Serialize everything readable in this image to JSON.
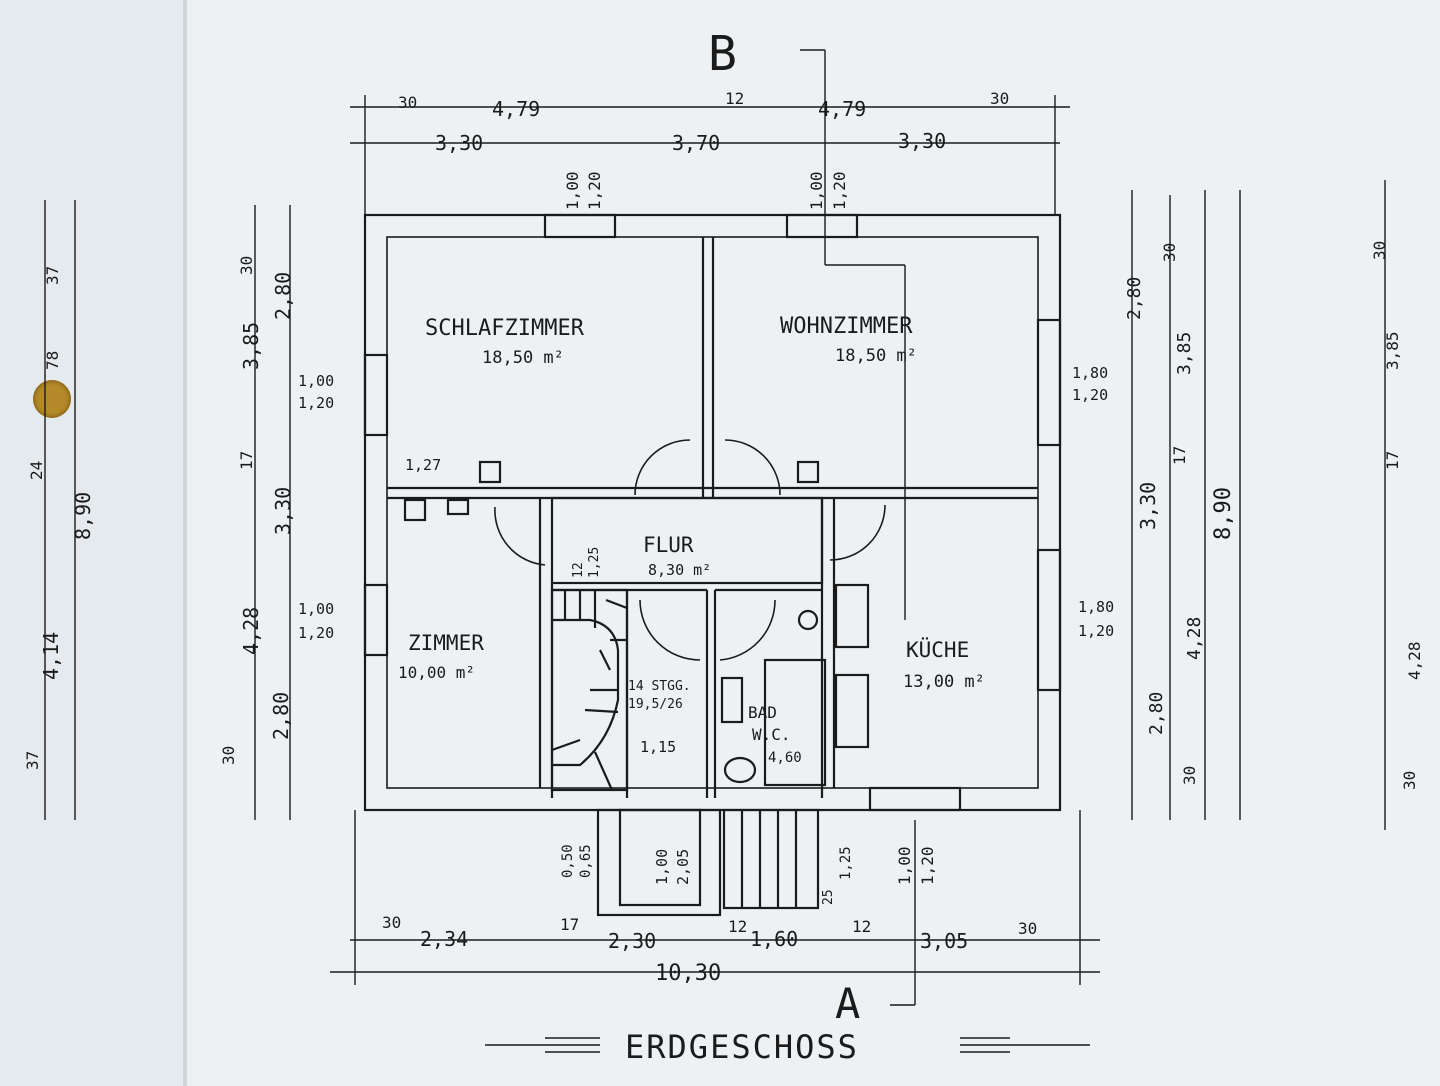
{
  "title": "ERDGESCHOSS",
  "section_marks": {
    "top": "B",
    "bottom": "A"
  },
  "rooms": {
    "schlafzimmer": {
      "name": "SCHLAFZIMMER",
      "area": "18,50 m²"
    },
    "wohnzimmer": {
      "name": "WOHNZIMMER",
      "area": "18,50 m²"
    },
    "flur": {
      "name": "FLUR",
      "area": "8,30 m²"
    },
    "zimmer": {
      "name": "ZIMMER",
      "area": "10,00 m²"
    },
    "kueche": {
      "name": "KÜCHE",
      "area": "13,00 m²"
    },
    "bad": {
      "name": "BAD",
      "sub": "W.C.",
      "area": "4,60"
    }
  },
  "stair": {
    "steps": "14 STGG.",
    "ratio": "19,5/26"
  },
  "dims_top_row1": [
    "30",
    "4,79",
    "12",
    "4,79",
    "30"
  ],
  "dims_top_row2": [
    "3,30",
    "3,70",
    "3,30"
  ],
  "dims_bottom_row1": [
    "30",
    "2,34",
    "17",
    "2,30",
    "12",
    "1,60",
    "12",
    "3,05",
    "30"
  ],
  "dims_bottom_total": "10,30",
  "dims_left_outer": [
    "37",
    "78",
    "24",
    "8,90",
    "4,14",
    "37"
  ],
  "dims_left_inner": [
    "30",
    "2,80",
    "3,85",
    "17",
    "3,30",
    "4,28",
    "2,80",
    "30"
  ],
  "dims_right_inner": [
    "2,80",
    "30",
    "3,85",
    "17",
    "3,30",
    "8,90",
    "4,28",
    "2,80",
    "30"
  ],
  "dims_far_right": [
    "30",
    "3,85",
    "17",
    "4,28",
    "30"
  ],
  "window_labels": {
    "top_left": [
      "1,00",
      "1,20"
    ],
    "top_right": [
      "1,00",
      "1,20"
    ],
    "left_upper": [
      "1,00",
      "1,20"
    ],
    "left_lower": [
      "1,00",
      "1,20"
    ],
    "right_upper": [
      "1,80",
      "1,20"
    ],
    "right_lower": [
      "1,80",
      "1,20"
    ],
    "bottom_right": [
      "1,00",
      "1,20"
    ]
  },
  "misc_labels": {
    "wall_127": "1,27",
    "door_flur": [
      "12",
      "1,25"
    ],
    "passage_115": "1,15",
    "entrance_left": [
      "0,50",
      "0,65"
    ],
    "entrance_door": [
      "1,00",
      "2,05"
    ],
    "entrance_step": [
      "25",
      "1,25"
    ]
  }
}
